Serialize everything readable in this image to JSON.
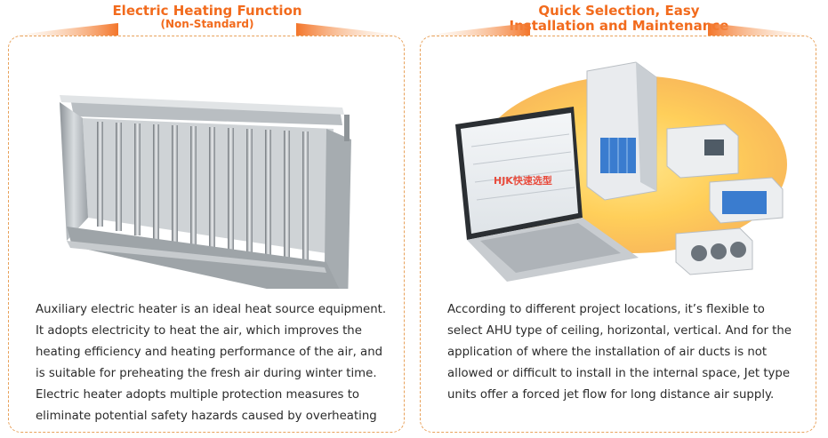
{
  "left_panel": {
    "title": "Electric Heating Function",
    "subtitle": "(Non-Standard)",
    "body_lines": [
      "Auxiliary electric heater is an ideal heat source equipment.",
      "It adopts electricity to heat the air, which improves the",
      "heating efficiency and heating performance of the air, and",
      "is suitable for preheating the fresh air during winter time.",
      "Electric heater adopts multiple protection measures to",
      "eliminate potential safety hazards caused by overheating"
    ]
  },
  "right_panel": {
    "title_line1": "Quick Selection, Easy",
    "title_line2": "Installation and Maintenance",
    "screen_text": "HJK快速选型",
    "body_lines": [
      "According to different project locations, it’s flexible to",
      "select AHU type of ceiling, horizontal, vertical. And for the",
      "application of where the installation of air ducts is not",
      "allowed or difficult to install in the internal space, Jet type",
      "units offer a forced jet flow for long distance air supply."
    ]
  },
  "colors": {
    "accent_orange": "#f26b1d",
    "frame_dashed": "#e8a15a",
    "body_text": "#2b2b2b"
  }
}
